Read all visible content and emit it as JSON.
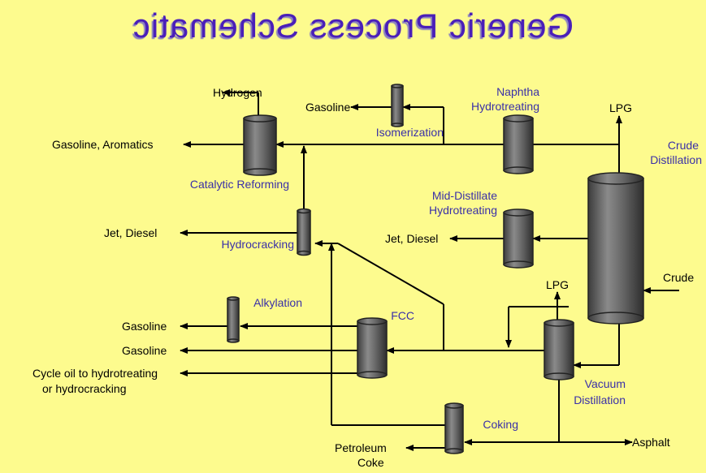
{
  "title": "Generic Process Schematic",
  "colors": {
    "background": "#fdfb8e",
    "title": "#4a1fb8",
    "unit_label": "#3a30a8",
    "vessel": "#5a5a5a"
  },
  "units": {
    "crude_distillation": [
      "Crude",
      "Distillation"
    ],
    "naphtha_hydrotreating": [
      "Naphtha",
      "Hydrotreating"
    ],
    "isomerization": "Isomerization",
    "catalytic_reforming": "Catalytic Reforming",
    "mid_distillate_hydrotreating": [
      "Mid-Distillate",
      "Hydrotreating"
    ],
    "hydrocracking": "Hydrocracking",
    "alkylation": "Alkylation",
    "fcc": "FCC",
    "vacuum_distillation": [
      "Vacuum",
      "Distillation"
    ],
    "coking": "Coking"
  },
  "streams": {
    "hydrogen": "Hydrogen",
    "gasoline_isom": "Gasoline",
    "lpg_top": "LPG",
    "gasoline_aromatics": "Gasoline, Aromatics",
    "jet_diesel_hc": "Jet, Diesel",
    "jet_diesel_md": "Jet, Diesel",
    "crude": "Crude",
    "lpg_fcc": "LPG",
    "gasoline_alky": "Gasoline",
    "gasoline_fcc": "Gasoline",
    "cycle_oil": [
      "Cycle oil to hydrotreating",
      "or hydrocracking"
    ],
    "asphalt": "Asphalt",
    "petroleum_coke": [
      "Petroleum",
      "Coke"
    ]
  }
}
